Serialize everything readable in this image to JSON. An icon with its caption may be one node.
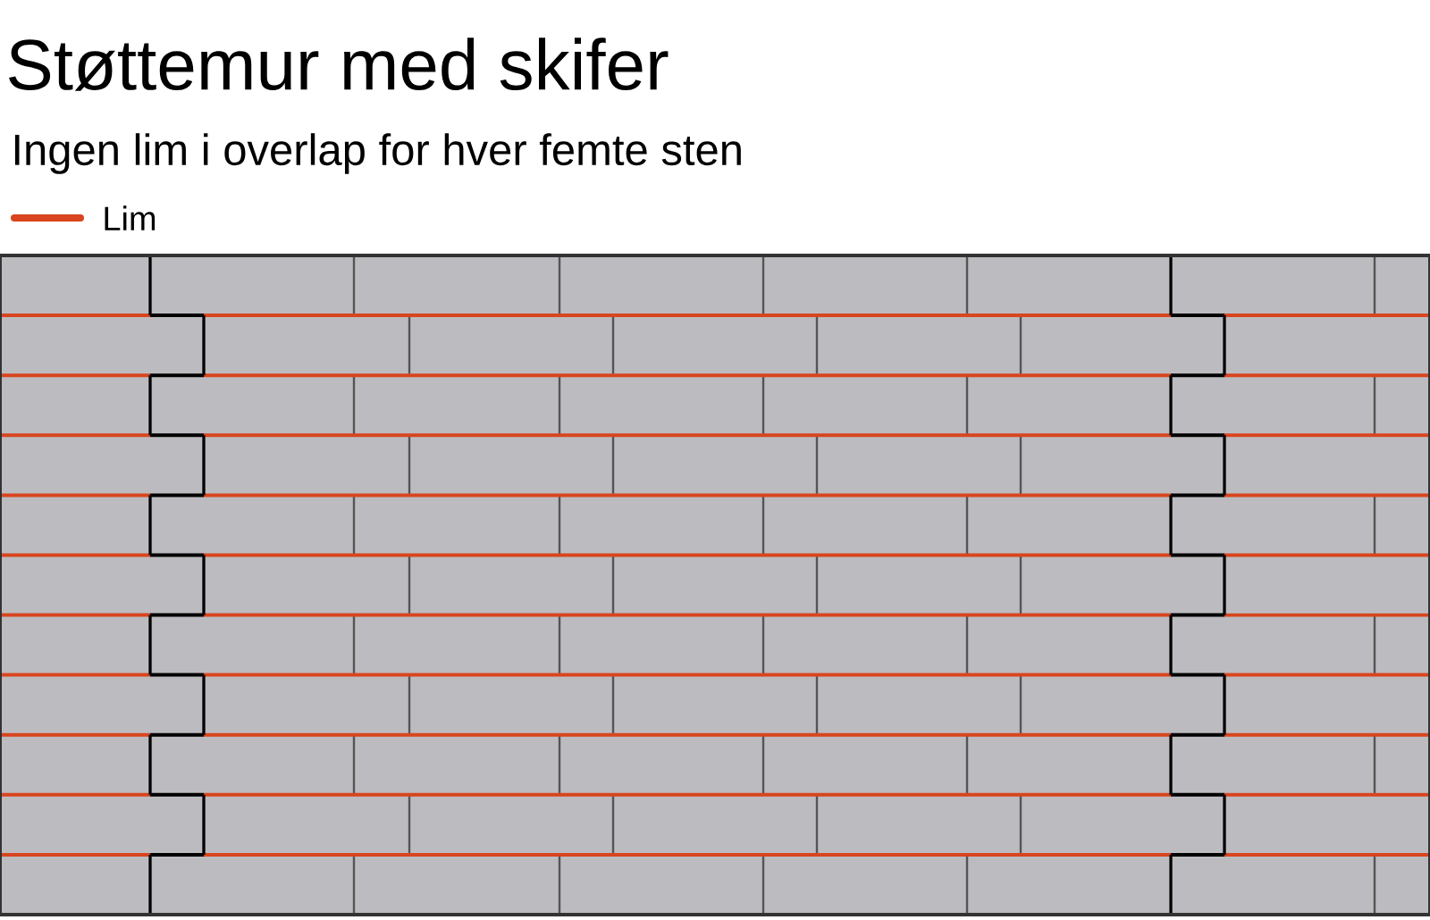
{
  "diagram": {
    "title": "Støttemur med skifer",
    "labels": [
      "Ingen lim i overlap for hver femte sten"
    ],
    "legend": [
      {
        "text": "Lim"
      }
    ]
  }
}
